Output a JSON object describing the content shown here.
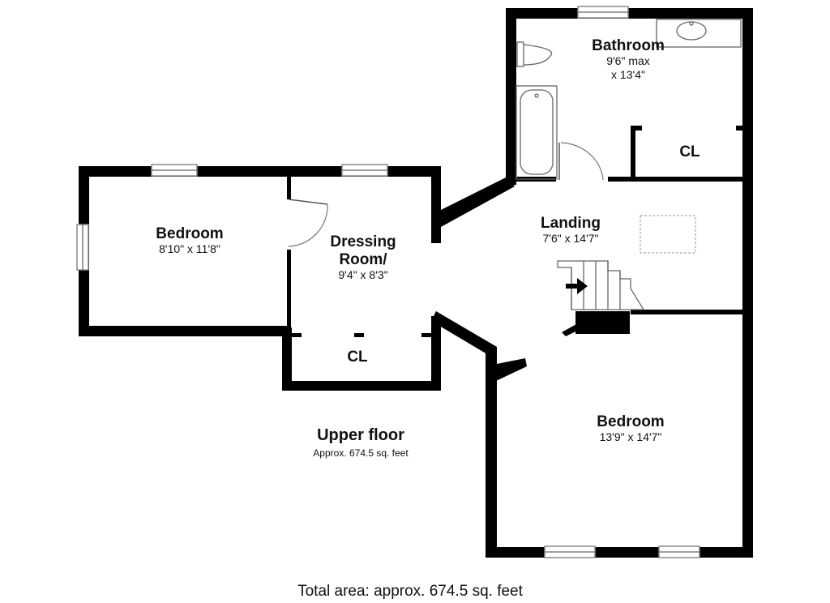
{
  "rooms": {
    "bathroom": {
      "name": "Bathroom",
      "dim_line1": "9'6\" max",
      "dim_line2": "x 13'4\""
    },
    "bathroom_closet": {
      "label": "CL"
    },
    "landing": {
      "name": "Landing",
      "dim": "7'6\" x 14'7\""
    },
    "bedroom_left": {
      "name": "Bedroom",
      "dim": "8'10\" x 11'8\""
    },
    "dressing_room": {
      "name_line1": "Dressing",
      "name_line2": "Room/",
      "dim": "9'4\" x 8'3\""
    },
    "dressing_closet": {
      "label": "CL"
    },
    "bedroom_right": {
      "name": "Bedroom",
      "dim": "13'9\" x 14'7\""
    }
  },
  "floor": {
    "title": "Upper floor",
    "area": "Approx. 674.5 sq. feet"
  },
  "total_area": "Total area: approx. 674.5 sq. feet",
  "colors": {
    "wall": "#000000",
    "background": "#ffffff",
    "text": "#111111"
  },
  "icons": [
    "toilet-icon",
    "sink-icon",
    "bathtub-icon",
    "stairs-icon",
    "stairs-arrow-icon",
    "door-swing-icon",
    "window-icon"
  ]
}
